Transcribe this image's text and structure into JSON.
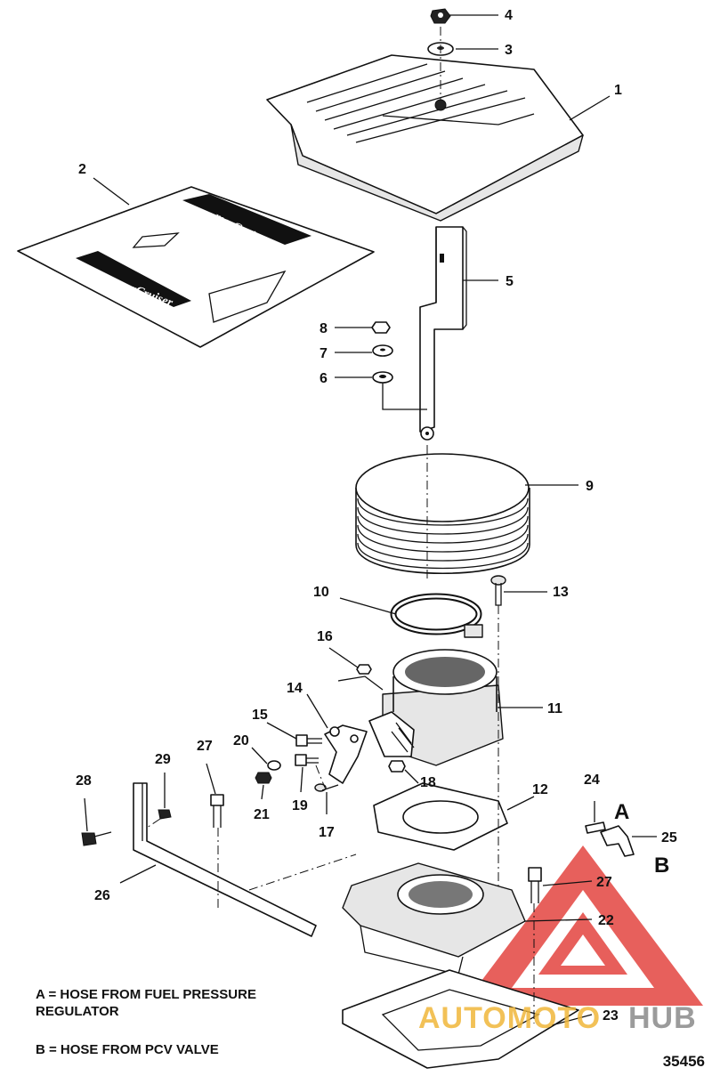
{
  "callouts": {
    "c1": "1",
    "c2": "2",
    "c3": "3",
    "c4": "4",
    "c5": "5",
    "c6": "6",
    "c7": "7",
    "c8": "8",
    "c9": "9",
    "c10": "10",
    "c11": "11",
    "c12": "12",
    "c13": "13",
    "c14": "14",
    "c15": "15",
    "c16": "16",
    "c17": "17",
    "c18": "18",
    "c19": "19",
    "c20": "20",
    "c21": "21",
    "c22": "22",
    "c23": "23",
    "c24": "24",
    "c25": "25",
    "c26": "26",
    "c27a": "27",
    "c27b": "27",
    "c28": "28",
    "c29": "29"
  },
  "hose_letters": {
    "a": "A",
    "b": "B"
  },
  "legend": {
    "a": "A = HOSE FROM FUEL PRESSURE\nREGULATOR",
    "b": "B = HOSE FROM PCV VALVE"
  },
  "decal_brand": "merCruiser",
  "watermark": {
    "part1": "AUTOMOTO",
    "part2": "HUB"
  },
  "figure_number": "35456",
  "colors": {
    "watermark_red": "#e0302a",
    "watermark_gold": "#f0b73a",
    "watermark_gray": "#8a8a8a"
  }
}
